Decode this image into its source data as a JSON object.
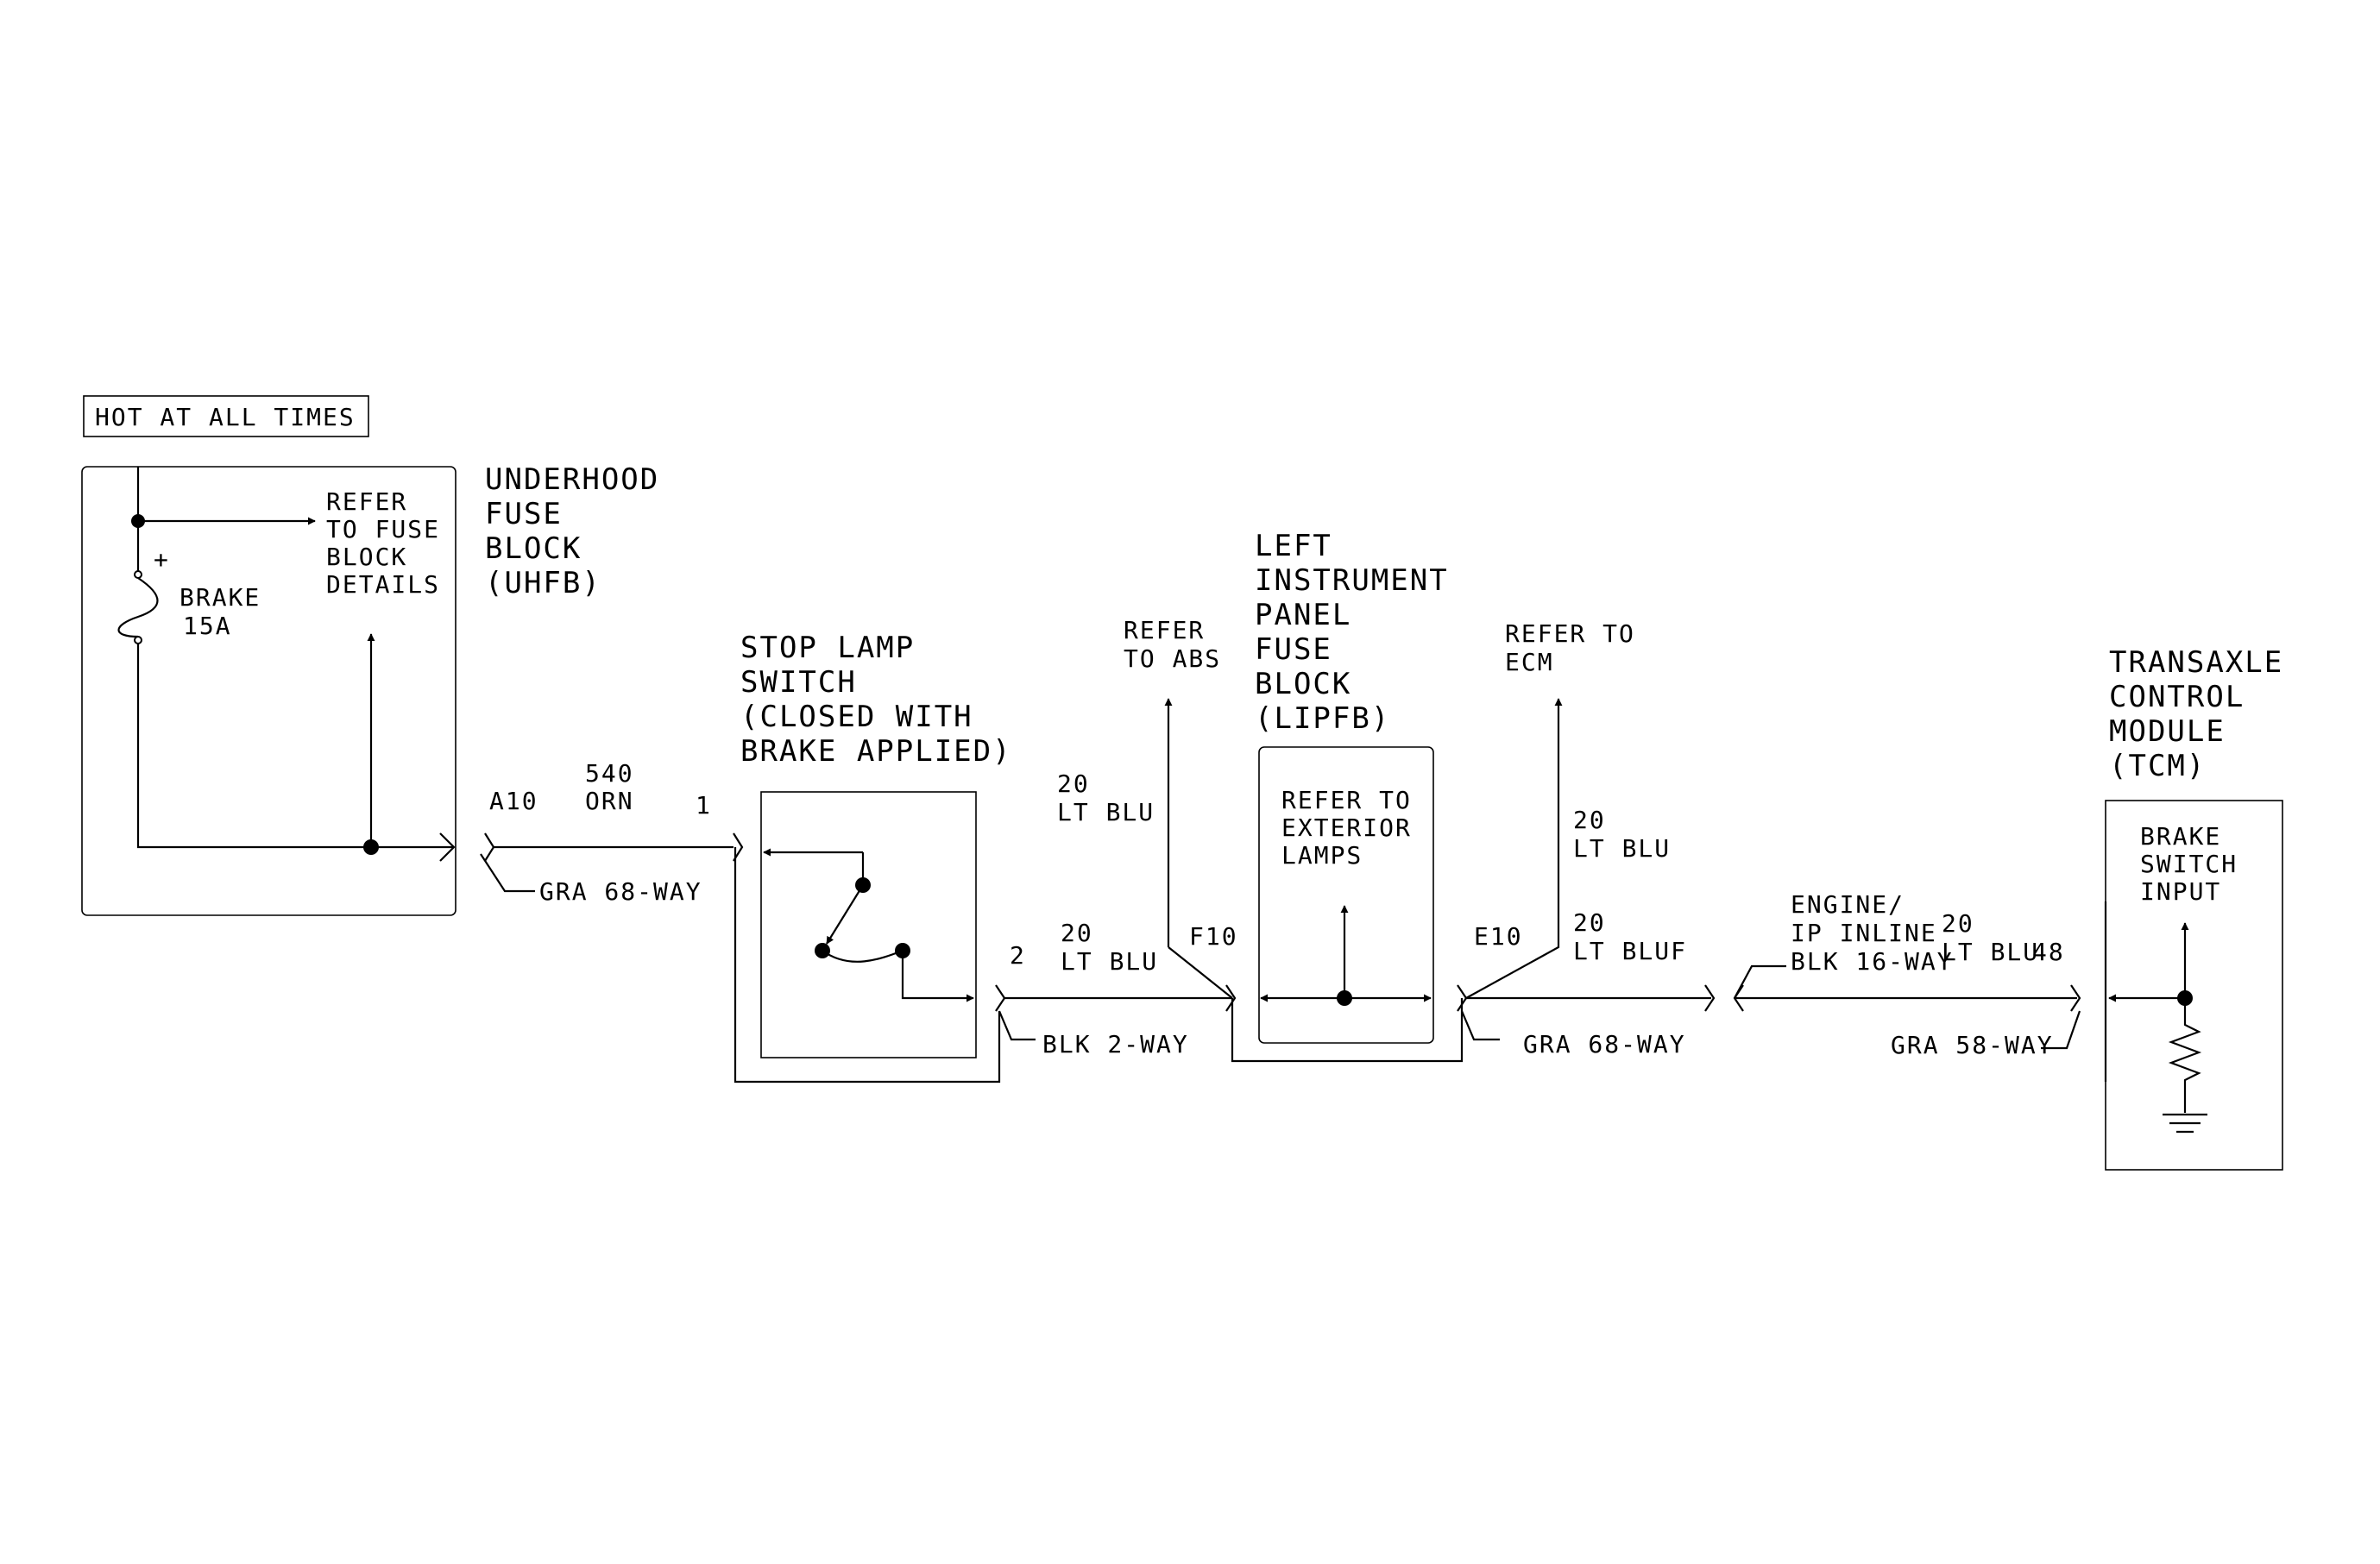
{
  "banner": "HOT AT ALL TIMES",
  "uhfb": {
    "title": [
      "UNDERHOOD",
      "FUSE",
      "BLOCK",
      "(UHFB)"
    ],
    "refer": [
      "REFER",
      "TO FUSE",
      "BLOCK",
      "DETAILS"
    ],
    "fuse_name": "BRAKE",
    "fuse_rating": "15A",
    "plus": "+"
  },
  "connector_a": {
    "pin": "A10",
    "circuit": "540",
    "color": "ORN",
    "pin_out": "1",
    "label": "GRA 68-WAY"
  },
  "stop_lamp": {
    "title": [
      "STOP LAMP",
      "SWITCH",
      "(CLOSED WITH",
      "BRAKE APPLIED)"
    ],
    "pin": "2",
    "connector": "BLK 2-WAY"
  },
  "abs_branch": {
    "refer": [
      "REFER",
      "TO ABS"
    ],
    "gauge": "20",
    "color": "LT BLU"
  },
  "wire_b": {
    "gauge": "20",
    "color": "LT BLU",
    "pin": "F10"
  },
  "lipfb": {
    "title": [
      "LEFT",
      "INSTRUMENT",
      "PANEL",
      "FUSE",
      "BLOCK",
      "(LIPFB)"
    ],
    "refer": [
      "REFER TO",
      "EXTERIOR",
      "LAMPS"
    ],
    "pin": "E10",
    "connector": "GRA 68-WAY"
  },
  "ecm_branch": {
    "refer": [
      "REFER TO",
      "ECM"
    ],
    "gauge": "20",
    "color": "LT BLU"
  },
  "wire_c": {
    "gauge": "20",
    "color": "LT BLUF"
  },
  "inline": {
    "label": [
      "ENGINE/",
      "IP INLINE",
      "BLK 16-WAY"
    ],
    "gauge": "20",
    "color": "LT BLU",
    "pin": "48"
  },
  "tcm": {
    "title": [
      "TRANSAXLE",
      "CONTROL",
      "MODULE",
      "(TCM)"
    ],
    "input": [
      "BRAKE",
      "SWITCH",
      "INPUT"
    ],
    "connector": "GRA 58-WAY"
  }
}
